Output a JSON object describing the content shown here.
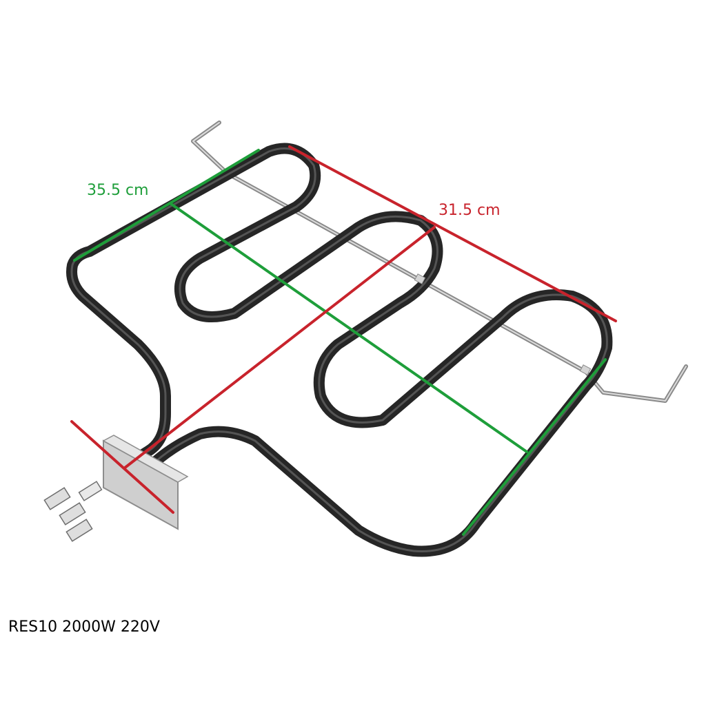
{
  "product": {
    "caption": "RES10 2000W 220V"
  },
  "dimensions": {
    "width_label": "35.5 cm",
    "depth_label": "31.5 cm"
  },
  "colors": {
    "background": "#ffffff",
    "element_tube": "#2b2b2b",
    "tube_highlight": "#777777",
    "support_rod": "#9a9a9a",
    "mounting_plate": "#c9c9c9",
    "width_annotation": "#1e9e3a",
    "depth_annotation": "#c8232c",
    "caption_text": "#000000"
  }
}
